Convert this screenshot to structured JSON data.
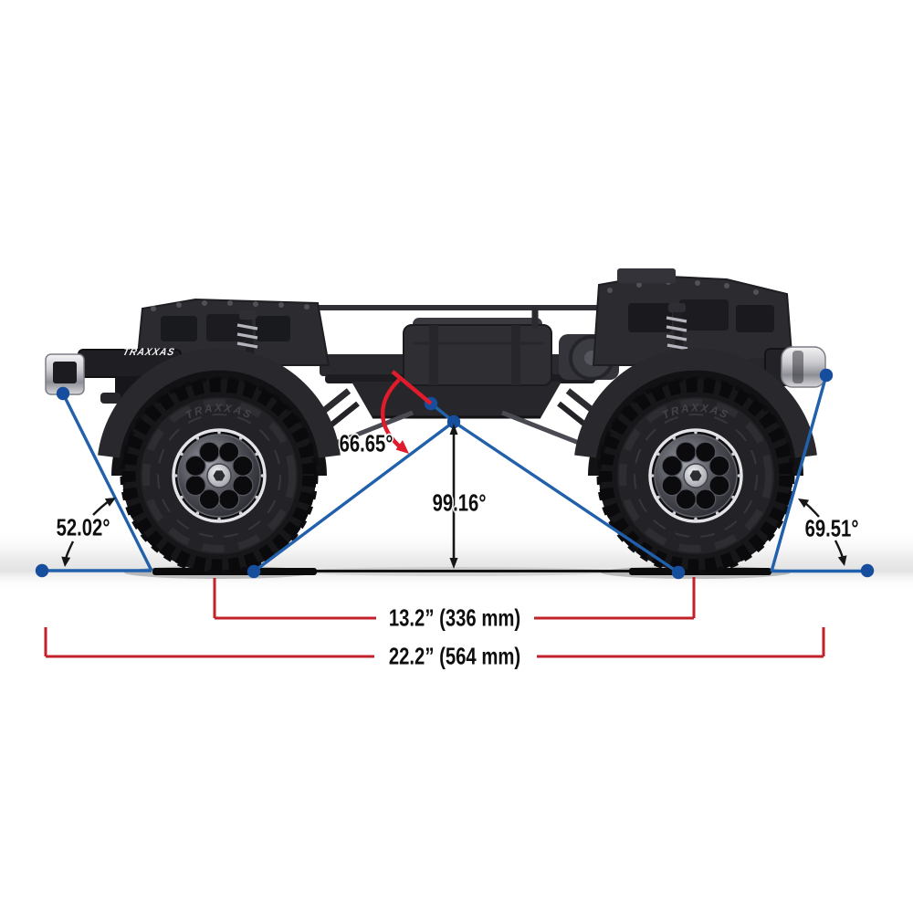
{
  "diagram": {
    "angles": {
      "approach": "52.02°",
      "departure": "69.51°",
      "breakover": "66.65°",
      "ramp_center": "99.16°"
    },
    "dimensions": {
      "wheelbase": "13.2” (336 mm)",
      "overall_length": "22.2” (564 mm)"
    },
    "branding": {
      "bumper_logo": "TRAXXAS",
      "tire_sidewall": "TRAXXAS"
    },
    "colors": {
      "annotation_blue": "#2160ab",
      "dot_blue": "#164e9d",
      "dimension_red": "#c22129",
      "angle_red": "#e01b2b",
      "arrow_black": "#161616"
    }
  }
}
